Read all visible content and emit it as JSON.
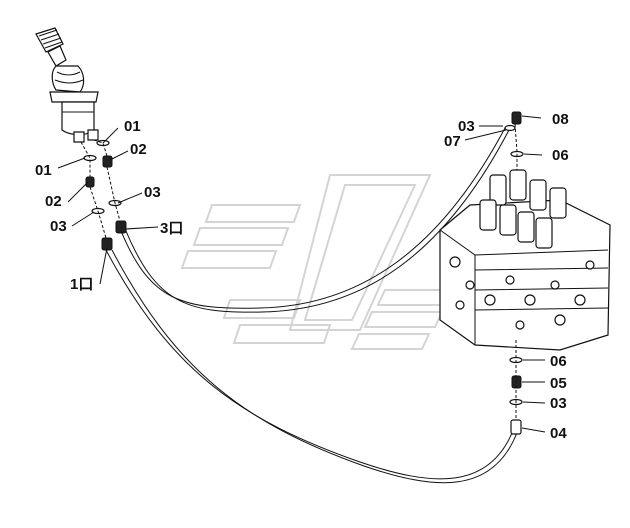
{
  "labels": {
    "left_01a": "01",
    "left_02a": "02",
    "left_03a": "03",
    "left_01b": "01",
    "left_02b": "02",
    "left_03b": "03",
    "port_3": "3口",
    "port_1": "1口",
    "top_03": "03",
    "top_07": "07",
    "top_08": "08",
    "top_06": "06",
    "bot_06": "06",
    "bot_05": "05",
    "bot_03": "03",
    "bot_04": "04"
  },
  "colors": {
    "line": "#111111",
    "watermark": "#d4d4d4"
  }
}
